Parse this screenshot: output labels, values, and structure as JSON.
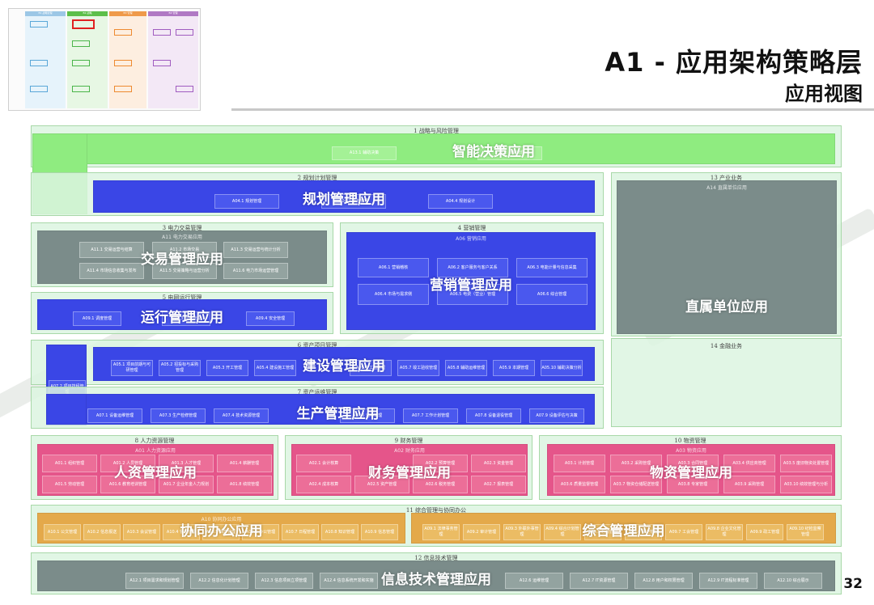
{
  "header": {
    "title": "A1 - 应用架构策略层",
    "subtitle": "应用视图",
    "page_number": "32"
  },
  "thumbnail": {
    "columns": [
      "B1 战略管理",
      "B2 战略",
      "B3 管理",
      "B4 管理"
    ]
  },
  "domains": {
    "d1": {
      "caption": "1 战略与风险管理",
      "app": "智能决策应用",
      "chips": [
        "A13.1 辅助决策",
        "A13.2 战略管理"
      ]
    },
    "d2": {
      "caption": "2 规划计划管理",
      "app": "规划管理应用",
      "chips": [
        "A04.1 规划管理",
        "A04.2 计划管理",
        "A04.4 规划设计"
      ]
    },
    "d3": {
      "caption": "3 电力交易管理",
      "app": "交易管理应用",
      "sub": "A11 电力交易应用",
      "chips": [
        "A11.1 交易运营与结算",
        "A11.2 市场交易",
        "A11.3 交易运营与统计分析",
        "A11.4 市场信息收集与发布",
        "A11.5 交易策略与运营分析",
        "A11.6 电力市场运营管理"
      ]
    },
    "d4": {
      "caption": "4 营销管理",
      "app": "营销管理应用",
      "sub": "A06 营销应用",
      "chips": [
        "A06.1 营销稽核",
        "A06.2 客户服务与客户关系",
        "A06.3 电能计量与信息采集",
        "A06.4 市场与需求侧",
        "A06.5 电费（营业）管理",
        "A06.6 综合管理"
      ]
    },
    "d5": {
      "caption": "5 电网运行管理",
      "app": "运行管理应用",
      "chips": [
        "A09.1 调度管理",
        "A09.3 检修管理",
        "A09.4 安全管理"
      ]
    },
    "d6": {
      "caption": "6 资产项目管理",
      "app": "建设管理应用",
      "side_chip": "A07.2 项目技经管理",
      "chips": [
        "A05.1 项目前期与可研管理",
        "A05.2 招投标与采购管理",
        "A05.3 开工管理",
        "A05.4 建设施工管理",
        "A05.6 工程管理",
        "A05.7 竣工验收管理",
        "A05.8 辅助运维管理",
        "A05.9 本期管理",
        "A05.10 辅助决策分析"
      ]
    },
    "d7": {
      "caption": "7 资产运维管理",
      "app": "生产管理应用",
      "chips": [
        "A07.1 设备运维管理",
        "A07.3 生产检修管理",
        "A07.4 技术资源管理",
        "A07.6 运维管理",
        "A07.7 工作计划管理",
        "A07.8 设备退役管理",
        "A07.9 设备评估与决策"
      ]
    },
    "d8": {
      "caption": "8 人力资源管理",
      "app": "人资管理应用",
      "sub": "A01 人力资源应用",
      "chips": [
        "A01.1 组织管理",
        "A01.2 人员管理",
        "A01.3 人才管理",
        "A01.4 薪酬管理",
        "A01.5 劳动管理",
        "A01.6 教育培训管理",
        "A01.7 企业年金人力规划",
        "A01.8 绩效管理"
      ]
    },
    "d9": {
      "caption": "9 财务管理",
      "app": "财务管理应用",
      "sub": "A02 财务应用",
      "chips": [
        "A02.1 会计核算",
        "A02.2 预算管理",
        "A02.3 资金管理",
        "A02.4 成本核算",
        "A02.5 资产管理",
        "A02.6 税务管理",
        "A02.7 报表管理"
      ]
    },
    "d10": {
      "caption": "10 物资管理",
      "app": "物资管理应用",
      "sub": "A03 物资应用",
      "chips": [
        "A03.1 计划管理",
        "A03.2 采购管理",
        "A03.3 合同管理",
        "A03.4 供应商管理",
        "A03.5 废旧物资处置管理",
        "A03.6 质量监督管理",
        "A03.7 物资仓储配送管理",
        "A03.8 专家管理",
        "A03.9 采购管理",
        "A03.10 绩效管理与分析"
      ]
    },
    "d11": {
      "caption": "11 综合管理与协同办公",
      "app_left": "协同办公应用",
      "app_right": "综合管理应用",
      "sub": "A10 协同办公应用",
      "chips_left": [
        "A10.1 公文管理",
        "A10.2 信息报送",
        "A10.3 会议管理",
        "A10.4 督办管理",
        "A10.5 档案管理",
        "A10.6 办公管理",
        "A10.7 日程管理",
        "A10.8 知识管理",
        "A10.9 信息管理"
      ],
      "chips_right": [
        "A09.1 法律事务管理",
        "A09.2 审计管理",
        "A09.3 外联外事管理",
        "A09.4 综合计划管理",
        "A09.5 后勤管理",
        "A09.6 保卫管理",
        "A09.7 工会管理",
        "A09.8 企业文化管理",
        "A09.9 政工管理",
        "A09.10 纪检监察管理"
      ]
    },
    "d12": {
      "caption": "12 信息技术管理",
      "app": "信息技术管理应用",
      "chips": [
        "A12.1 项目需求和规划管理",
        "A12.2 信息化计划管理",
        "A12.3 信息项目立项管理",
        "A12.4 信息系统开发和实施",
        "A12.6 运维管理",
        "A12.7 IT资源管理",
        "A12.8 用户和权限管理",
        "A12.9 IT流程标准管理",
        "A12.10 综合展示"
      ]
    },
    "d13": {
      "caption": "13 产业业务",
      "app": "直属单位应用",
      "sub": "A14 直属单位应用"
    },
    "d14": {
      "caption": "14 金融业务"
    }
  }
}
